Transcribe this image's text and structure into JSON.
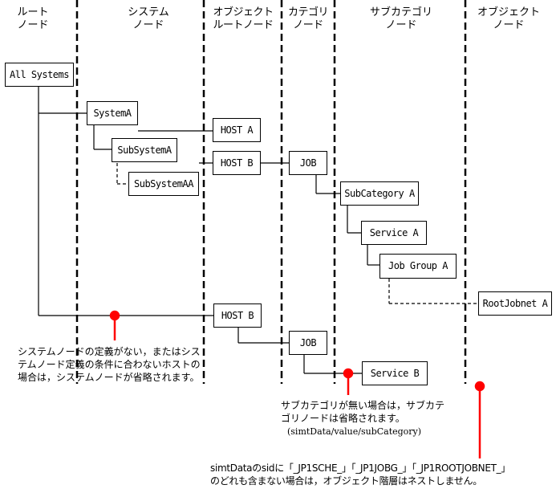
{
  "headers": {
    "root": [
      "ルート",
      "ノード"
    ],
    "system": [
      "システム",
      "ノード"
    ],
    "object_root": [
      "オブジェクト",
      "ルートノード"
    ],
    "category": [
      "カテゴリ",
      "ノード"
    ],
    "subcategory": [
      "サブカテゴリ",
      "ノード"
    ],
    "object": [
      "オブジェクト",
      "ノード"
    ]
  },
  "nodes": {
    "all_systems": "All Systems",
    "system_a": "SystemA",
    "subsystem_a": "SubSystemA",
    "subsystem_aa": "SubSystemAA",
    "host_a": "HOST A",
    "host_b": "HOST B",
    "job_1": "JOB",
    "subcategory_a": "SubCategory A",
    "service_a": "Service A",
    "job_group_a": "Job Group A",
    "rootjobnet_a": "RootJobnet A",
    "host_b_2": "HOST B",
    "job_2": "JOB",
    "service_b": "Service B"
  },
  "notes": {
    "system_omit": [
      "システムノードの定義がない，またはシス",
      "テムノード定義の条件に合わないホストの",
      "場合は，システムノードが省略されます。"
    ],
    "subcategory_omit": [
      "サブカテゴリが無い場合は，サブカテ",
      "ゴリノードは省略されます。"
    ],
    "subcategory_path": "(simtData/value/subCategory)",
    "object_no_nest": [
      "simtDataのsidに「_JP1SCHE_」「_JP1JOBG_」「_JP1ROOTJOBNET_」",
      "のどれも含まない場合は，オブジェクト階層はネストしません。"
    ]
  },
  "colors": {
    "marker": "#ff0000",
    "line": "#000000"
  }
}
